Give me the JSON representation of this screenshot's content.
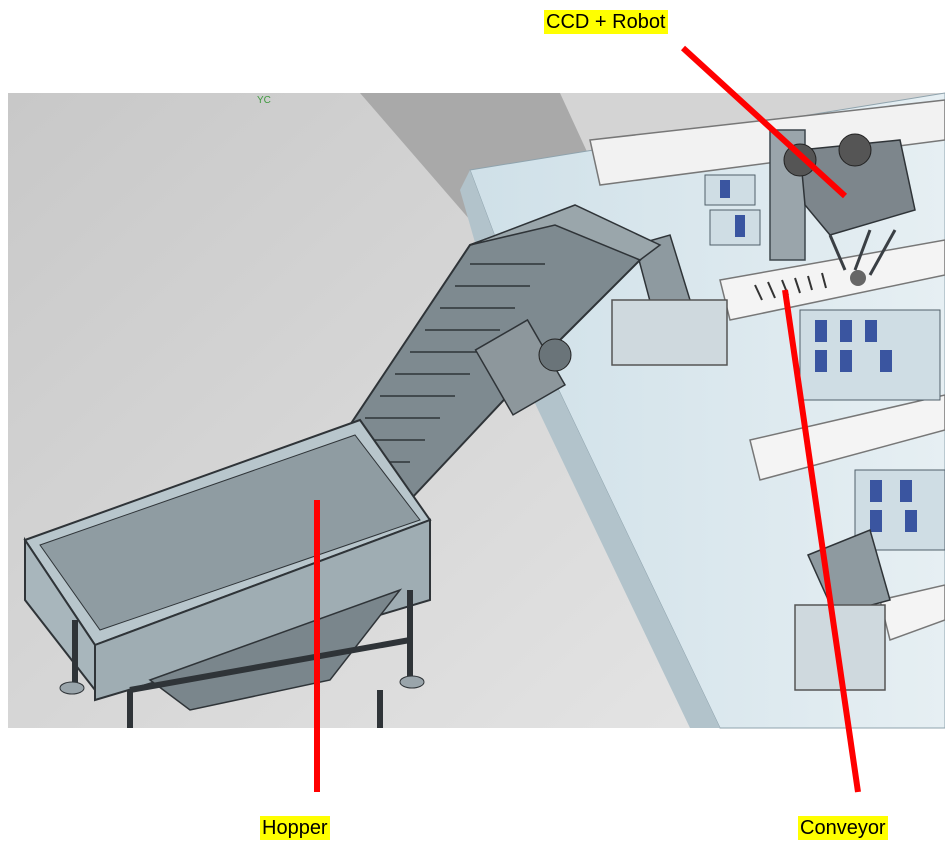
{
  "labels": {
    "ccd_robot": "CCD + Robot",
    "hopper": "Hopper",
    "conveyor": "Conveyor"
  },
  "axis_tag": "YC",
  "colors": {
    "callout_line": "#ff0000",
    "label_bg": "#ffff00",
    "floor_left": "#cfcfcf",
    "machine_top": "#dde8ee",
    "machine_side": "#b9c8d0",
    "steel": "#6f7b82",
    "steel_dark": "#4a545a",
    "frame": "#2f3438"
  }
}
